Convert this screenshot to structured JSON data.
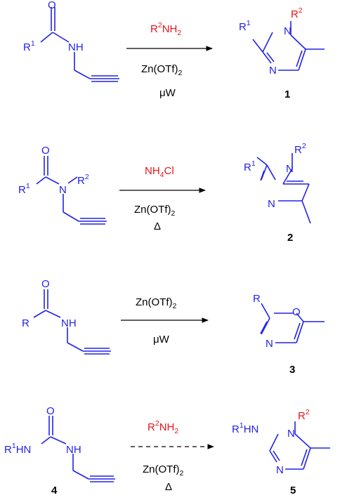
{
  "colors": {
    "reactant": "#2222e8",
    "reagent": "#e8141c",
    "product_ring": "#2222e8",
    "product_label": "#e8141c",
    "ink": "#000000"
  },
  "reactions": [
    {
      "id": "1",
      "reactant": {
        "r_label": "R",
        "r_sup": "1",
        "nh": "NH",
        "o": "O"
      },
      "reagent_red": {
        "main": "R",
        "sup": "2",
        "tail": "NH",
        "sub": "2"
      },
      "catalyst": {
        "main": "Zn(OTf)",
        "sub": "2"
      },
      "condition": "μW",
      "arrow": "solid",
      "product": {
        "r1": "R",
        "r1_sup": "1",
        "r2": "R",
        "r2_sup": "2",
        "n_top": "N",
        "n_bottom": "N",
        "number": "1"
      }
    },
    {
      "id": "2",
      "reactant": {
        "r_label": "R",
        "r_sup": "1",
        "n": "N",
        "r2": "R",
        "r2_sup": "2",
        "o": "O"
      },
      "reagent_red": {
        "main": "NH",
        "sub": "4",
        "tail": "Cl"
      },
      "catalyst": {
        "main": "Zn(OTf)",
        "sub": "2"
      },
      "condition": "Δ",
      "arrow": "solid",
      "product": {
        "r1": "R",
        "r1_sup": "1",
        "r2": "R",
        "r2_sup": "2",
        "n_top": "N",
        "n_bottom": "N",
        "number": "2"
      }
    },
    {
      "id": "3",
      "reactant": {
        "r_label": "R",
        "nh": "NH",
        "o": "O"
      },
      "catalyst": {
        "main": "Zn(OTf)",
        "sub": "2"
      },
      "condition": "μW",
      "arrow": "solid",
      "product": {
        "r": "R",
        "o": "O",
        "n": "N",
        "number": "3"
      }
    },
    {
      "id": "4",
      "reactant": {
        "r_label": "R",
        "r_sup": "1",
        "hn": "HN",
        "nh": "NH",
        "o": "O",
        "number": "4"
      },
      "reagent_red": {
        "main": "R",
        "sup": "2",
        "tail": "NH",
        "sub": "2"
      },
      "catalyst": {
        "main": "Zn(OTf)",
        "sub": "2"
      },
      "condition": "Δ",
      "arrow": "dashed",
      "product": {
        "r1": "R",
        "r1_sup": "1",
        "hn": "HN",
        "r2": "R",
        "r2_sup": "2",
        "n_top": "N",
        "n_bottom": "N",
        "number": "5"
      }
    }
  ]
}
